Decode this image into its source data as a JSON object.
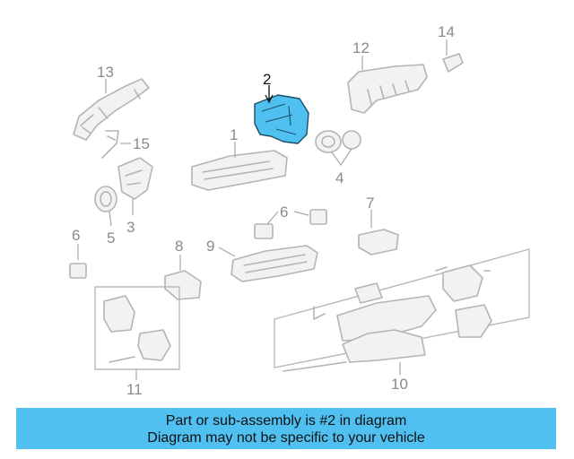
{
  "callouts": {
    "c1": "1",
    "c2": "2",
    "c3": "3",
    "c4": "4",
    "c5": "5",
    "c6a": "6",
    "c6b": "6",
    "c7": "7",
    "c8": "8",
    "c9": "9",
    "c10": "10",
    "c11": "11",
    "c12": "12",
    "c13": "13",
    "c14": "14",
    "c15": "15"
  },
  "highlight": {
    "part_number": "2",
    "color": "#4fc0f0"
  },
  "banner": {
    "line1": "Part or sub-assembly is #2 in diagram",
    "line2": "Diagram may not be specific to your vehicle",
    "color": "#4fc0f0"
  }
}
